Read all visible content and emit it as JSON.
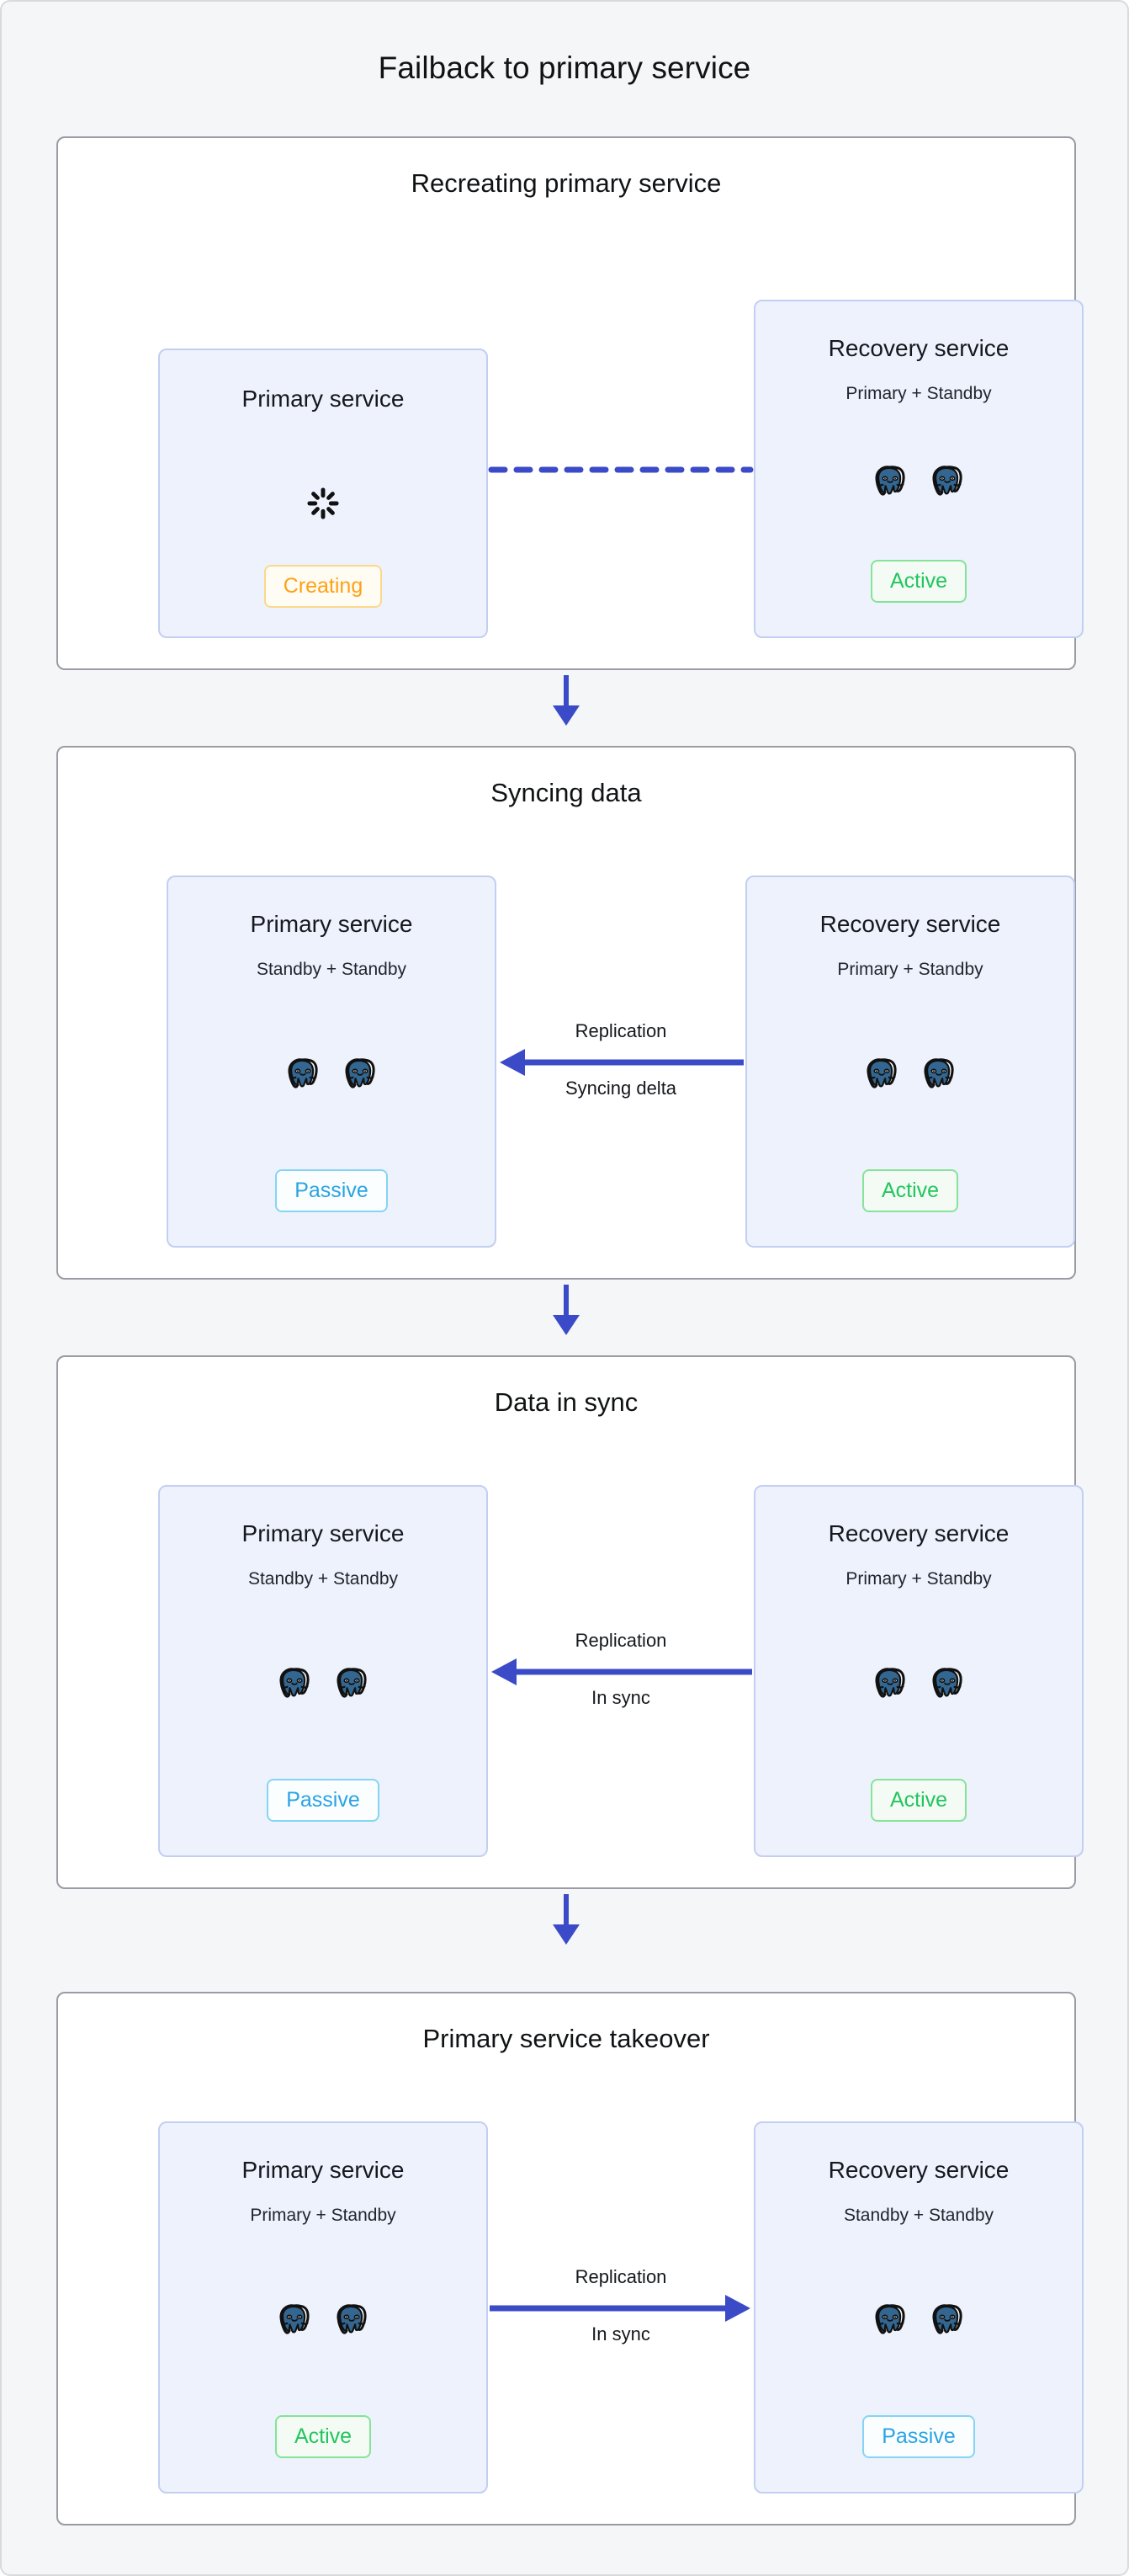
{
  "title": "Failback to primary service",
  "colors": {
    "arrow_blue": "#3b4bc8",
    "card_fill": "#eef2fd",
    "card_border": "#c3cff1",
    "panel_border": "#9b9ba5",
    "background": "#f5f6f8",
    "status_active": "#22c55e",
    "status_passive": "#2aa3e3",
    "status_creating": "#ffa114",
    "postgres_logo": "#336791"
  },
  "stages": [
    {
      "heading": "Recreating primary service",
      "left": {
        "name": "Primary service",
        "subtitle": "",
        "nodes": 0,
        "icon": "spinner-icon",
        "status": "Creating",
        "status_kind": "creating"
      },
      "right": {
        "name": "Recovery service",
        "subtitle": "Primary + Standby",
        "nodes": 2,
        "icon": "postgres-icon",
        "status": "Active",
        "status_kind": "active"
      },
      "link": {
        "style": "dashed",
        "direction": "none",
        "label_top": "",
        "label_bottom": ""
      }
    },
    {
      "heading": "Syncing data",
      "left": {
        "name": "Primary service",
        "subtitle": "Standby + Standby",
        "nodes": 2,
        "icon": "postgres-icon",
        "status": "Passive",
        "status_kind": "passive"
      },
      "right": {
        "name": "Recovery service",
        "subtitle": "Primary + Standby",
        "nodes": 2,
        "icon": "postgres-icon",
        "status": "Active",
        "status_kind": "active"
      },
      "link": {
        "style": "solid",
        "direction": "left",
        "label_top": "Replication",
        "label_bottom": "Syncing delta"
      }
    },
    {
      "heading": "Data in sync",
      "left": {
        "name": "Primary service",
        "subtitle": "Standby + Standby",
        "nodes": 2,
        "icon": "postgres-icon",
        "status": "Passive",
        "status_kind": "passive"
      },
      "right": {
        "name": "Recovery service",
        "subtitle": "Primary + Standby",
        "nodes": 2,
        "icon": "postgres-icon",
        "status": "Active",
        "status_kind": "active"
      },
      "link": {
        "style": "solid",
        "direction": "left",
        "label_top": "Replication",
        "label_bottom": "In sync"
      }
    },
    {
      "heading": "Primary service takeover",
      "left": {
        "name": "Primary service",
        "subtitle": "Primary + Standby",
        "nodes": 2,
        "icon": "postgres-icon",
        "status": "Active",
        "status_kind": "active"
      },
      "right": {
        "name": "Recovery service",
        "subtitle": "Standby + Standby",
        "nodes": 2,
        "icon": "postgres-icon",
        "status": "Passive",
        "status_kind": "passive"
      },
      "link": {
        "style": "solid",
        "direction": "right",
        "label_top": "Replication",
        "label_bottom": "In sync"
      }
    }
  ],
  "flow_arrows": [
    {
      "name": "stage-1-to-2"
    },
    {
      "name": "stage-2-to-3"
    },
    {
      "name": "stage-3-to-4"
    }
  ]
}
